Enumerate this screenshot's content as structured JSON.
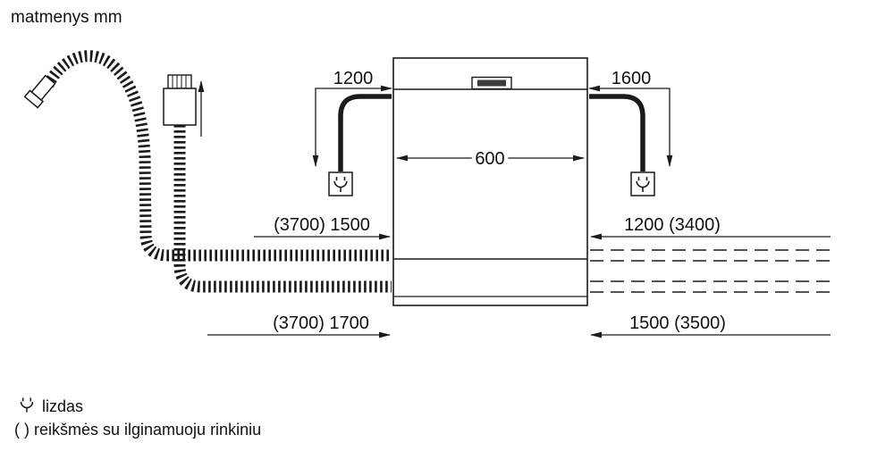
{
  "title": "matmenys mm",
  "diagram": {
    "appliance": "dishwasher-front-view",
    "dim_cable_left": "1200",
    "dim_cable_right": "1600",
    "dim_width": "600",
    "dim_hose_upper_left": "(3700) 1500",
    "dim_hose_upper_right": "1200 (3400)",
    "dim_hose_lower_left": "(3700) 1700",
    "dim_hose_lower_right": "1500 (3500)"
  },
  "legend": {
    "socket_label": "lizdas",
    "note_label": "( ) reikšmės su ilginamuoju rinkiniu"
  },
  "icons": {
    "socket": "socket-icon"
  },
  "colors": {
    "ink": "#1a1a1a",
    "background": "#ffffff"
  }
}
